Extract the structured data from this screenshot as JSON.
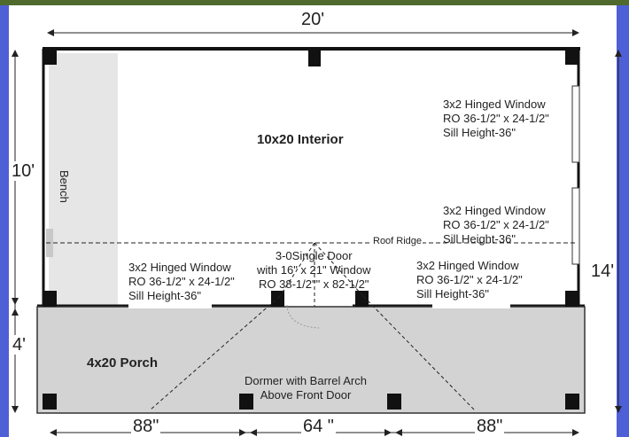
{
  "colors": {
    "background": "#4f5fd6",
    "sheet": "#ffffff",
    "porch_fill": "#d3d3d3",
    "bench_fill": "#e6e6e6",
    "wall": "#111111",
    "post": "#111111"
  },
  "dimensions": {
    "width_top": "20'",
    "depth_interior": "10'",
    "depth_porch": "4'",
    "depth_total": "14'",
    "bottom_left": "88\"",
    "bottom_middle": "64 \"",
    "bottom_right": "88\""
  },
  "rooms": {
    "interior": "10x20 Interior",
    "porch": "4x20 Porch",
    "bench": "Bench"
  },
  "labels": {
    "roof_ridge": "Roof Ridge",
    "dormer": "Dormer with Barrel Arch\nAbove Front Door",
    "door": "3-0Single Door\nwith 16\" x 21\" Window\nRO 38-1/2\"\" x 82-1/2\""
  },
  "windows": {
    "right_upper": "3x2 Hinged Window\nRO 36-1/2\" x 24-1/2\"\nSill Height-36\"",
    "right_lower": "3x2 Hinged Window\nRO 36-1/2\" x 24-1/2\"\nSill Height-36\"",
    "front_left": "3x2 Hinged Window\nRO 36-1/2\" x 24-1/2\"\nSill Height-36\"",
    "front_right": "3x2 Hinged Window\nRO 36-1/2\" x 24-1/2\"\nSill Height-36\""
  }
}
